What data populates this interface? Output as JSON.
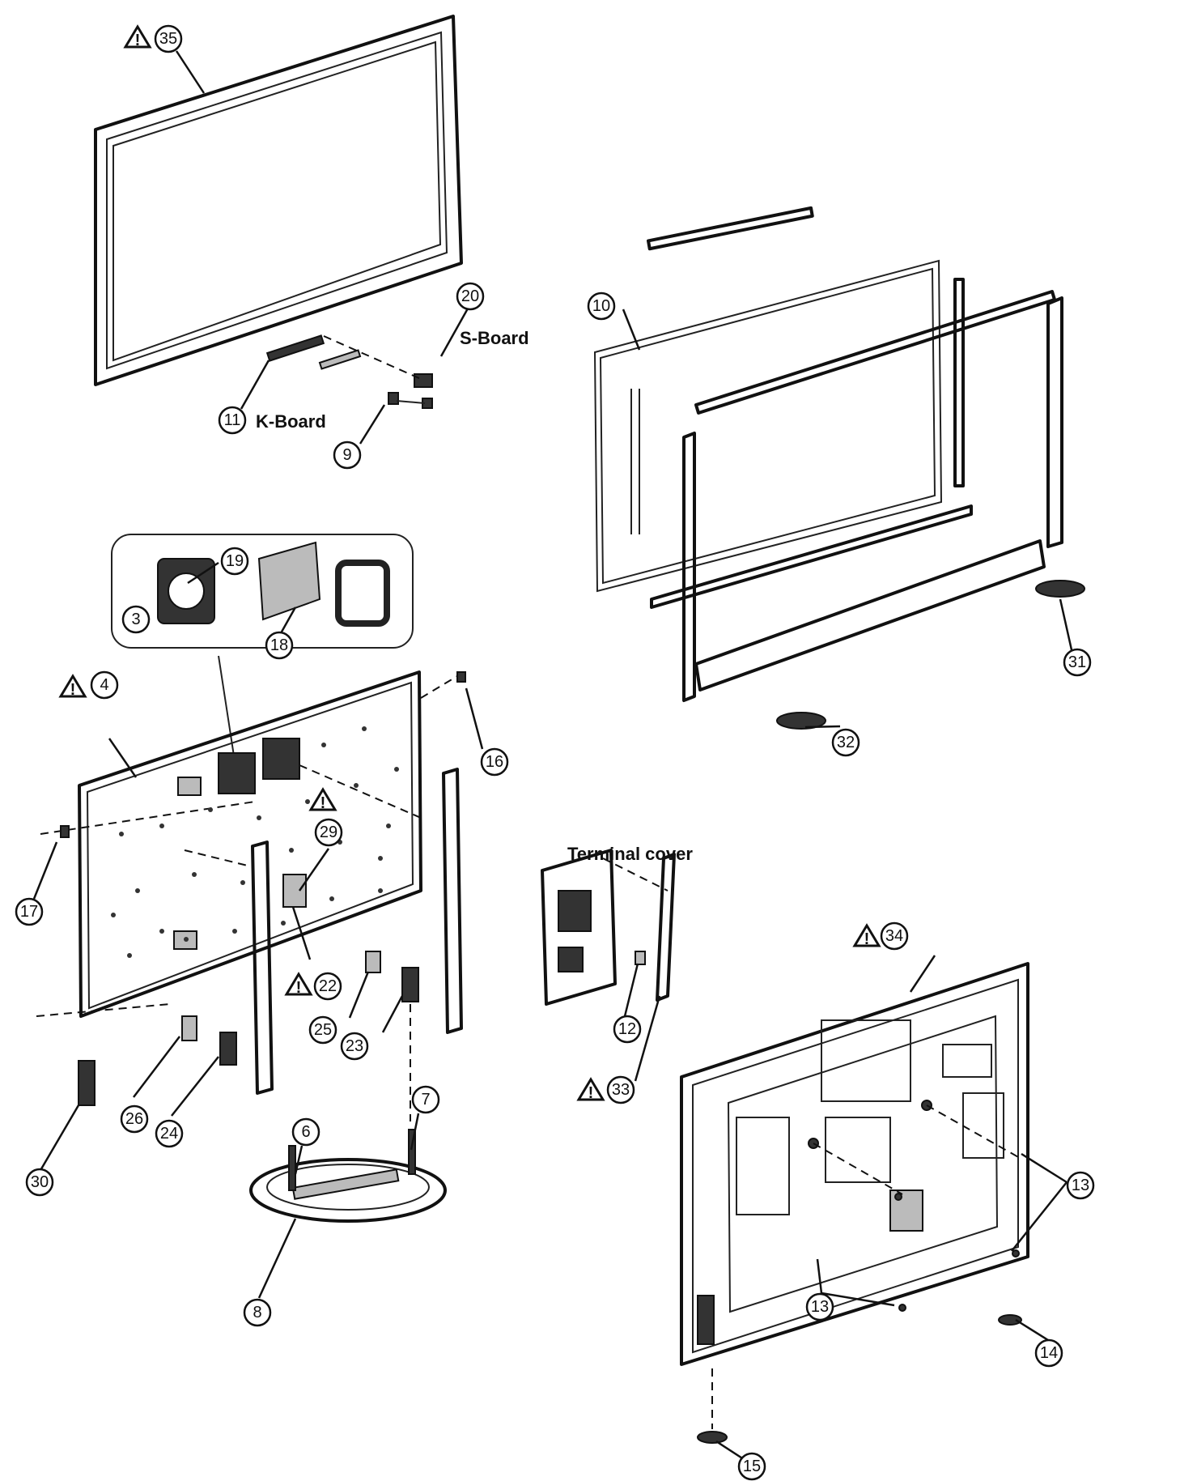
{
  "labels": {
    "s_board": "S-Board",
    "k_board": "K-Board",
    "terminal_cover": "Terminal cover"
  },
  "callouts": {
    "p35": "35",
    "p20": "20",
    "p11": "11",
    "p9": "9",
    "p10": "10",
    "p19": "19",
    "p3": "3",
    "p18": "18",
    "p4": "4",
    "p16": "16",
    "p31": "31",
    "p32": "32",
    "p17": "17",
    "p29": "29",
    "p22": "22",
    "p25": "25",
    "p23": "23",
    "p26": "26",
    "p24": "24",
    "p30": "30",
    "p6": "6",
    "p7": "7",
    "p8": "8",
    "p12": "12",
    "p33": "33",
    "p34": "34",
    "p13a": "13",
    "p13b": "13",
    "p14": "14",
    "p15": "15"
  },
  "warning_symbol": "!"
}
